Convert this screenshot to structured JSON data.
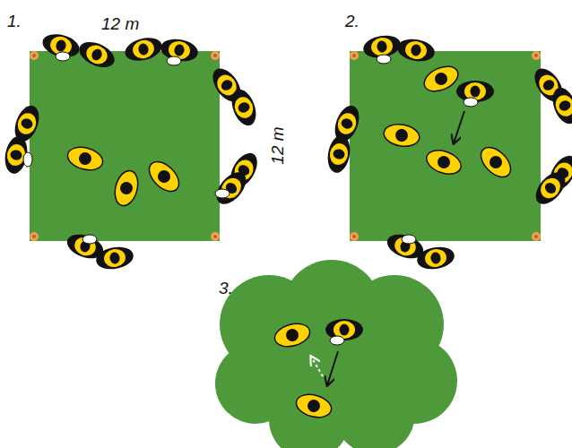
{
  "diagram": {
    "labels": [
      "1.",
      "12 m",
      "12 m",
      "2.",
      "3."
    ]
  }
}
